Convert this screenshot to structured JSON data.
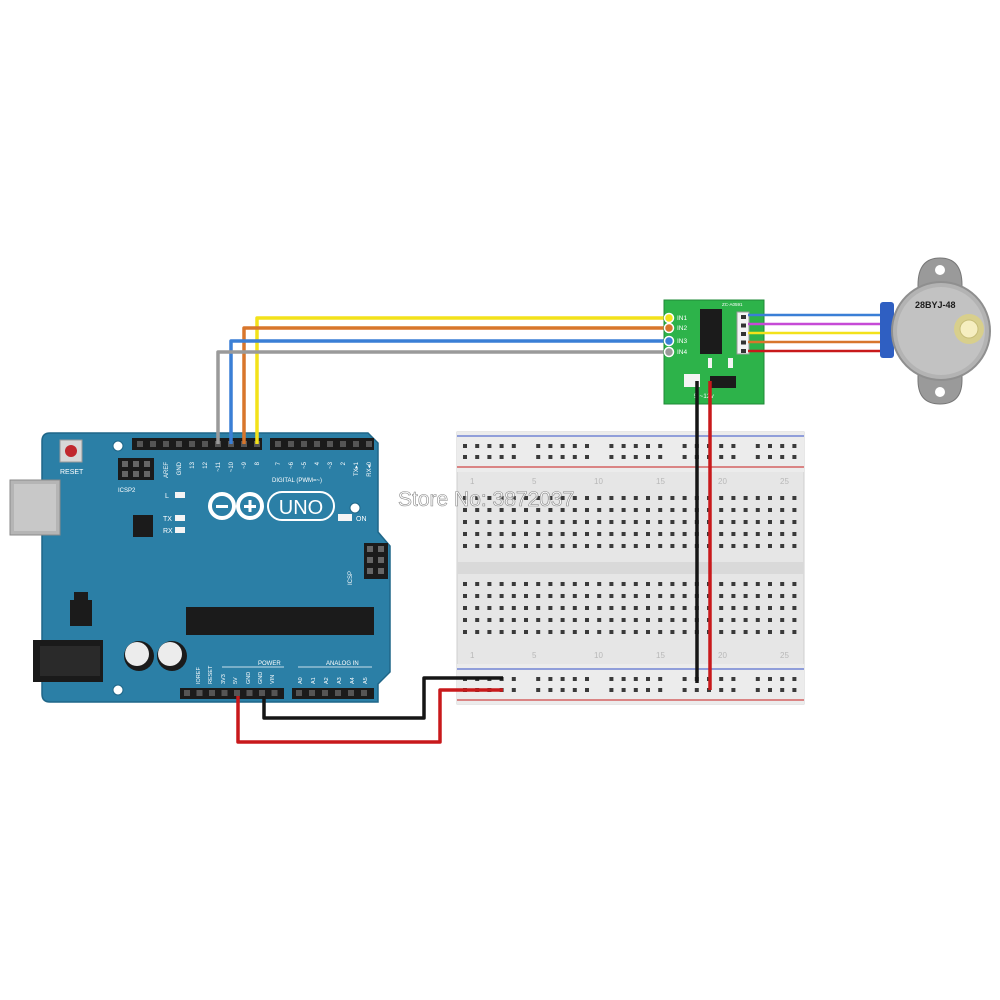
{
  "arduino": {
    "reset_label": "RESET",
    "icsp2_label": "ICSP2",
    "icsp_label": "ICSP",
    "logo_text": "UNO",
    "led_l": "L",
    "led_tx": "TX",
    "led_rx": "RX",
    "on_label": "ON",
    "digital_label": "DIGITAL (PWM=~)",
    "power_label": "POWER",
    "analog_label": "ANALOG IN",
    "top_pins": [
      "AREF",
      "GND",
      "13",
      "12",
      "~11",
      "~10",
      "~9",
      "8",
      "7",
      "~6",
      "~5",
      "4",
      "~3",
      "2",
      "TX▸1",
      "RX◂0"
    ],
    "bottom_power_pins": [
      "IOREF",
      "RESET",
      "3V3",
      "5V",
      "GND",
      "GND",
      "VIN"
    ],
    "bottom_analog_pins": [
      "A0",
      "A1",
      "A2",
      "A3",
      "A4",
      "A5"
    ]
  },
  "driver": {
    "chip_label": "ZC-A0591",
    "inputs": [
      "IN1",
      "IN2",
      "IN3",
      "IN4"
    ],
    "power_label": "5 ~12v"
  },
  "motor": {
    "label": "28BYJ-48"
  },
  "breadboard": {
    "column_numbers": [
      "1",
      "5",
      "10",
      "15",
      "20",
      "25"
    ]
  },
  "watermark": "Store No: 3872037",
  "colors": {
    "board": "#2b7fa6",
    "driver": "#2db34a",
    "wire_yellow": "#f3e21a",
    "wire_orange": "#d8762c",
    "wire_blue": "#3a7fd6",
    "wire_gray": "#9a9a9a",
    "wire_red": "#c8191b",
    "wire_black": "#151515"
  }
}
